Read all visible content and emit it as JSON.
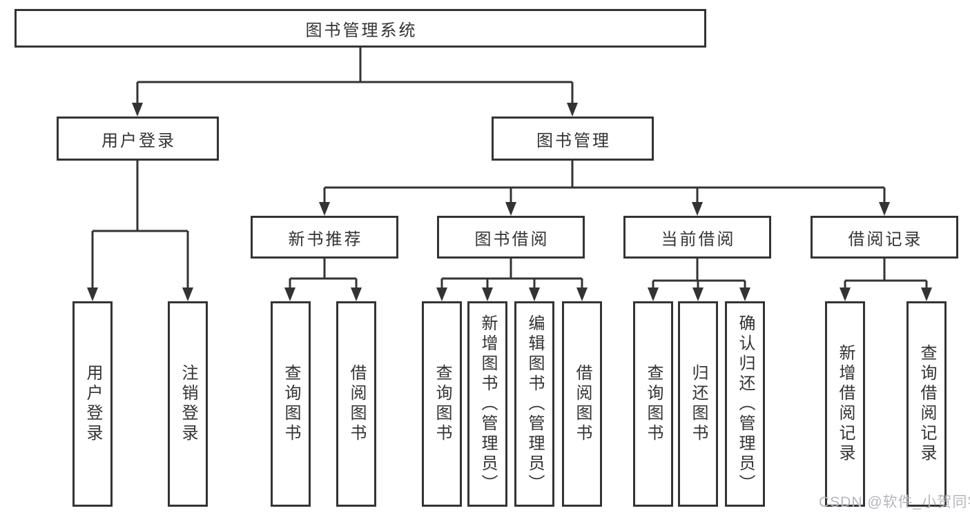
{
  "diagram": {
    "title": "图书管理系统",
    "root": {
      "label": "图书管理系统"
    },
    "level2": [
      {
        "id": "user-login",
        "label": "用户登录"
      },
      {
        "id": "book-management",
        "label": "图书管理"
      }
    ],
    "level3": [
      {
        "id": "new-book-recommend",
        "label": "新书推荐"
      },
      {
        "id": "book-borrow",
        "label": "图书借阅"
      },
      {
        "id": "current-borrow",
        "label": "当前借阅"
      },
      {
        "id": "borrow-records",
        "label": "借阅记录"
      }
    ],
    "leaves": [
      {
        "parent": "user-login",
        "label": "用户登录"
      },
      {
        "parent": "user-login",
        "label": "注销登录"
      },
      {
        "parent": "new-book-recommend",
        "label": "查询图书"
      },
      {
        "parent": "new-book-recommend",
        "label": "借阅图书"
      },
      {
        "parent": "book-borrow",
        "label": "查询图书"
      },
      {
        "parent": "book-borrow",
        "label": "新增图书（管理员）"
      },
      {
        "parent": "book-borrow",
        "label": "编辑图书（管理员）"
      },
      {
        "parent": "book-borrow",
        "label": "借阅图书"
      },
      {
        "parent": "current-borrow",
        "label": "查询图书"
      },
      {
        "parent": "current-borrow",
        "label": "归还图书"
      },
      {
        "parent": "current-borrow",
        "label": "确认归还（管理员）"
      },
      {
        "parent": "borrow-records",
        "label": "新增借阅记录"
      },
      {
        "parent": "borrow-records",
        "label": "查询借阅记录"
      }
    ]
  },
  "watermark": {
    "text": "CSDN @软件_小贺同学"
  },
  "colors": {
    "line": "#333333",
    "text": "#333333",
    "box_background": "#ffffff",
    "page_background": "#ffffff",
    "watermark": "#b3b6bb"
  }
}
